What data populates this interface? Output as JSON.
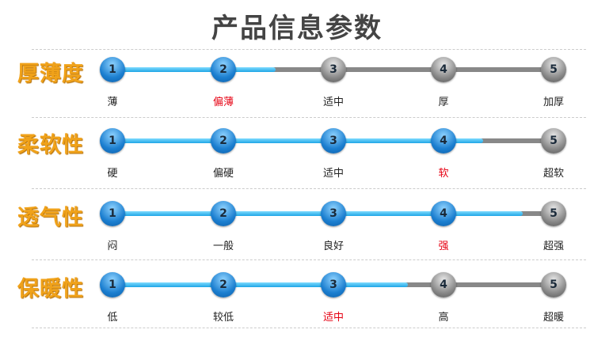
{
  "title": "产品信息参数",
  "colors": {
    "active": "#1c7fd0",
    "inactive": "#888888",
    "selected_text": "#e60012",
    "row_label": "#f0a21a"
  },
  "rows": [
    {
      "label": "厚薄度",
      "levels": [
        "1",
        "2",
        "3",
        "4",
        "5"
      ],
      "options": [
        "薄",
        "偏薄",
        "适中",
        "厚",
        "加厚"
      ],
      "selected": 1,
      "progress": 0.37
    },
    {
      "label": "柔软性",
      "levels": [
        "1",
        "2",
        "3",
        "4",
        "5"
      ],
      "options": [
        "硬",
        "偏硬",
        "适中",
        "软",
        "超软"
      ],
      "selected": 3,
      "progress": 0.84
    },
    {
      "label": "透气性",
      "levels": [
        "1",
        "2",
        "3",
        "4",
        "5"
      ],
      "options": [
        "闷",
        "一般",
        "良好",
        "强",
        "超强"
      ],
      "selected": 3,
      "progress": 0.93
    },
    {
      "label": "保暖性",
      "levels": [
        "1",
        "2",
        "3",
        "4",
        "5"
      ],
      "options": [
        "低",
        "较低",
        "适中",
        "高",
        "超暖"
      ],
      "selected": 2,
      "progress": 0.67
    }
  ]
}
